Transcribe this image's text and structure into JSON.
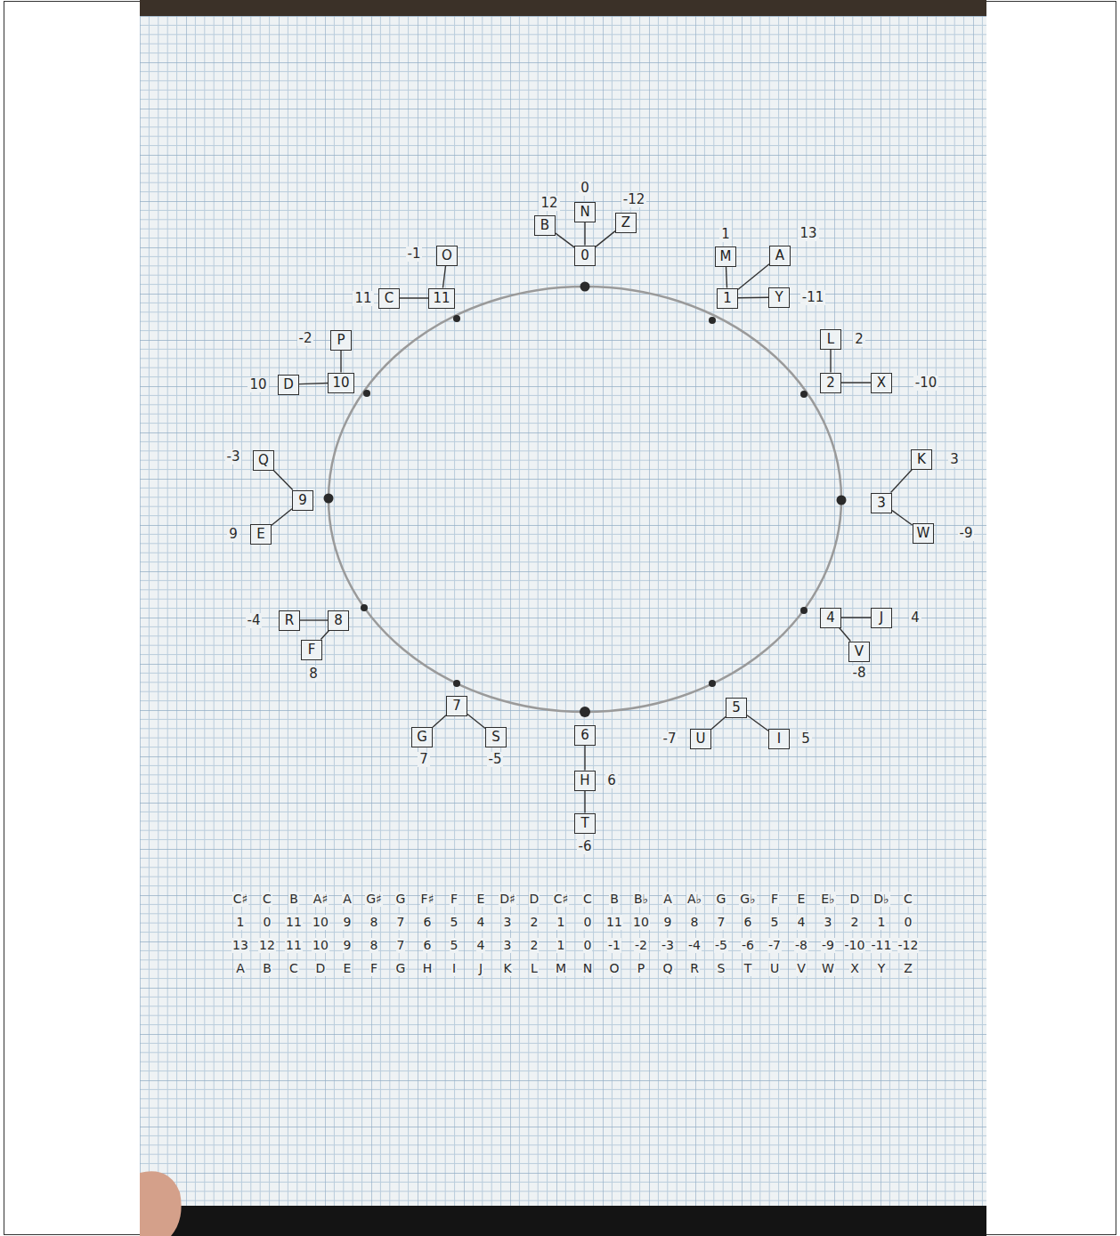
{
  "diagram": {
    "nodes": [
      {
        "text": [
          "0"
        ]
      },
      {
        "text": [
          "N"
        ]
      },
      {
        "text": [
          "B"
        ]
      },
      {
        "text": [
          "Z"
        ]
      },
      {
        "text": [
          "1"
        ]
      },
      {
        "text": [
          "M"
        ]
      },
      {
        "text": [
          "A"
        ]
      },
      {
        "text": [
          "Y"
        ]
      },
      {
        "text": [
          "2"
        ]
      },
      {
        "text": [
          "L"
        ]
      },
      {
        "text": [
          "X"
        ]
      },
      {
        "text": [
          "3"
        ]
      },
      {
        "text": [
          "K"
        ]
      },
      {
        "text": [
          "W"
        ]
      },
      {
        "text": [
          "4"
        ]
      },
      {
        "text": [
          "J"
        ]
      },
      {
        "text": [
          "V"
        ]
      },
      {
        "text": [
          "5"
        ]
      },
      {
        "text": [
          "U"
        ]
      },
      {
        "text": [
          "I"
        ]
      },
      {
        "text": [
          "6"
        ]
      },
      {
        "text": [
          "H"
        ]
      },
      {
        "text": [
          "T"
        ]
      },
      {
        "text": [
          "7"
        ]
      },
      {
        "text": [
          "G"
        ]
      },
      {
        "text": [
          "S"
        ]
      },
      {
        "text": [
          "8"
        ]
      },
      {
        "text": [
          "R"
        ]
      },
      {
        "text": [
          "F"
        ]
      },
      {
        "text": [
          "9"
        ]
      },
      {
        "text": [
          "Q"
        ]
      },
      {
        "text": [
          "E"
        ]
      },
      {
        "text": [
          "10"
        ]
      },
      {
        "text": [
          "P"
        ]
      },
      {
        "text": [
          "D"
        ]
      },
      {
        "text": [
          "11"
        ]
      },
      {
        "text": [
          "O"
        ]
      },
      {
        "text": [
          "C"
        ]
      }
    ],
    "edges": [
      {
        "from": 0,
        "to": 1,
        "arrow": "none"
      },
      {
        "from": 0,
        "to": 2,
        "arrow": "none"
      },
      {
        "from": 0,
        "to": 3,
        "arrow": "none"
      },
      {
        "from": 4,
        "to": 5,
        "arrow": "none"
      },
      {
        "from": 4,
        "to": 6,
        "arrow": "none"
      },
      {
        "from": 4,
        "to": 7,
        "arrow": "none"
      },
      {
        "from": 8,
        "to": 9,
        "arrow": "none"
      },
      {
        "from": 8,
        "to": 10,
        "arrow": "none"
      },
      {
        "from": 11,
        "to": 12,
        "arrow": "none"
      },
      {
        "from": 11,
        "to": 13,
        "arrow": "none"
      },
      {
        "from": 14,
        "to": 15,
        "arrow": "none"
      },
      {
        "from": 14,
        "to": 16,
        "arrow": "none"
      },
      {
        "from": 17,
        "to": 18,
        "arrow": "none"
      },
      {
        "from": 17,
        "to": 19,
        "arrow": "none"
      },
      {
        "from": 20,
        "to": 21,
        "arrow": "none"
      },
      {
        "from": 21,
        "to": 22,
        "arrow": "none"
      },
      {
        "from": 23,
        "to": 24,
        "arrow": "none"
      },
      {
        "from": 23,
        "to": 25,
        "arrow": "none"
      },
      {
        "from": 26,
        "to": 27,
        "arrow": "none"
      },
      {
        "from": 26,
        "to": 28,
        "arrow": "none"
      },
      {
        "from": 29,
        "to": 30,
        "arrow": "none"
      },
      {
        "from": 29,
        "to": 31,
        "arrow": "none"
      },
      {
        "from": 32,
        "to": 33,
        "arrow": "none"
      },
      {
        "from": 32,
        "to": 34,
        "arrow": "none"
      },
      {
        "from": 35,
        "to": 36,
        "arrow": "none"
      },
      {
        "from": 35,
        "to": 37,
        "arrow": "none"
      }
    ],
    "labels": [
      "0",
      "12",
      "-12",
      "1",
      "13",
      "-11",
      "2",
      "-10",
      "3",
      "-9",
      "4",
      "-8",
      "-7",
      "5",
      "6",
      "-6",
      "7",
      "-5",
      "-4",
      "8",
      "-3",
      "9",
      "-2",
      "10",
      "-1",
      "11",
      "C♯",
      "C",
      "B",
      "A♯",
      "A",
      "G♯",
      "G",
      "F♯",
      "F",
      "E",
      "D♯",
      "D",
      "C♯",
      "C",
      "B",
      "B♭",
      "A",
      "A♭",
      "G",
      "G♭",
      "F",
      "E",
      "E♭",
      "D",
      "D♭",
      "C",
      "1",
      "0",
      "11",
      "10",
      "9",
      "8",
      "7",
      "6",
      "5",
      "4",
      "3",
      "2",
      "1",
      "0",
      "11",
      "10",
      "9",
      "8",
      "7",
      "6",
      "5",
      "4",
      "3",
      "2",
      "1",
      "0",
      "13",
      "12",
      "11",
      "10",
      "9",
      "8",
      "7",
      "6",
      "5",
      "4",
      "3",
      "2",
      "1",
      "0",
      "-1",
      "-2",
      "-3",
      "-4",
      "-5",
      "-6",
      "-7",
      "-8",
      "-9",
      "-10",
      "-11",
      "-12",
      "A",
      "B",
      "C",
      "D",
      "E",
      "F",
      "G",
      "H",
      "I",
      "J",
      "K",
      "L",
      "M",
      "N",
      "O",
      "P",
      "Q",
      "R",
      "S",
      "T",
      "U",
      "V",
      "W",
      "X",
      "Y",
      "Z"
    ]
  }
}
